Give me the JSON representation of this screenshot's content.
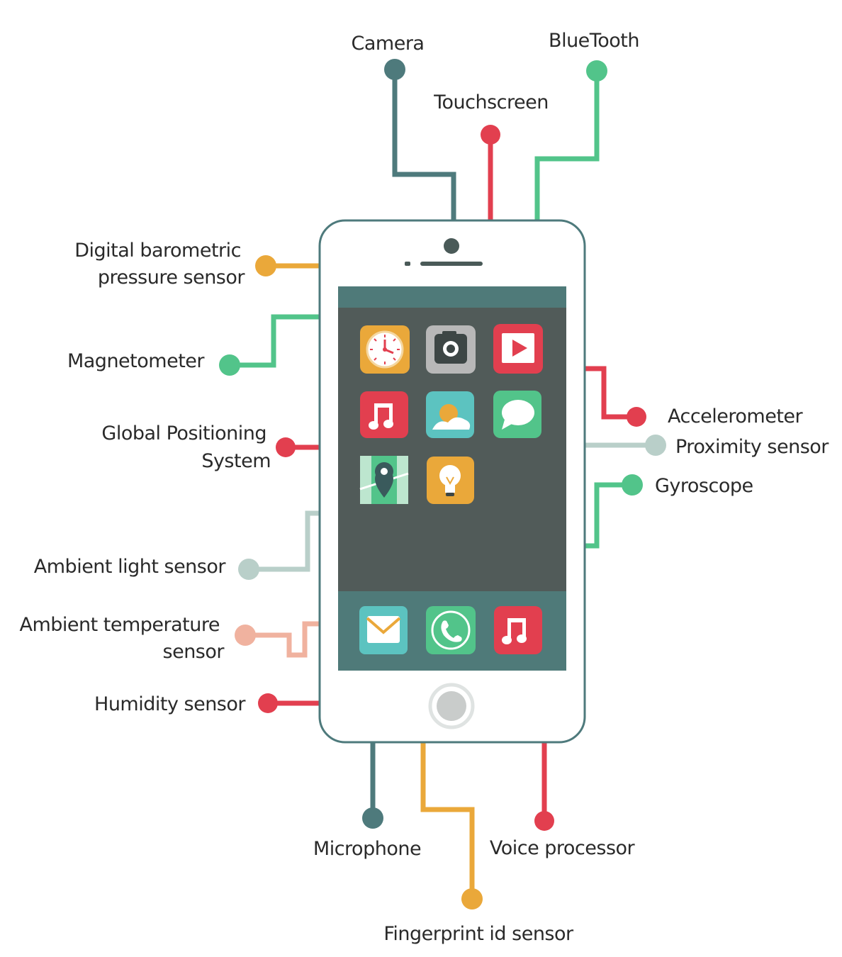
{
  "colors": {
    "teal_dark": "#4e7a7c",
    "green": "#52c48a",
    "red": "#e23f4f",
    "orange": "#eaa83a",
    "light_gray": "#b9cfc9",
    "salmon": "#f0b29f",
    "phone_outline": "#4e7a7c",
    "screen_top": "#4f7a79",
    "screen_body": "#515b59"
  },
  "sensors": {
    "camera": "Camera",
    "bluetooth": "BlueTooth",
    "touchscreen": "Touchscreen",
    "barometric_line1": "Digital barometric",
    "barometric_line2": "pressure sensor",
    "magnetometer": "Magnetometer",
    "gps_line1": "Global Positioning",
    "gps_line2": "System",
    "ambient_light": "Ambient light sensor",
    "ambient_temp_line1": "Ambient temperature",
    "ambient_temp_line2": "sensor",
    "humidity": "Humidity sensor",
    "accelerometer": "Accelerometer",
    "proximity": "Proximity sensor",
    "gyroscope": "Gyroscope",
    "microphone": "Microphone",
    "voice_processor": "Voice processor",
    "fingerprint": "Fingerprint id sensor"
  },
  "apps": [
    {
      "icon": "clock-icon",
      "color": "#eaa83a"
    },
    {
      "icon": "camera-app-icon",
      "color": "#b8b8b8"
    },
    {
      "icon": "video-play-icon",
      "color": "#e23f4f"
    },
    {
      "icon": "music-note-icon",
      "color": "#e23f4f"
    },
    {
      "icon": "photos-icon",
      "color": "#5cc3c0"
    },
    {
      "icon": "messages-icon",
      "color": "#52c48a"
    },
    {
      "icon": "maps-icon",
      "color": "#52c48a"
    },
    {
      "icon": "lightbulb-icon",
      "color": "#eaa83a"
    }
  ],
  "dock_apps": [
    {
      "icon": "mail-icon",
      "color": "#5cc3c0"
    },
    {
      "icon": "phone-icon",
      "color": "#52c48a"
    },
    {
      "icon": "music-note-icon",
      "color": "#e23f4f"
    }
  ]
}
